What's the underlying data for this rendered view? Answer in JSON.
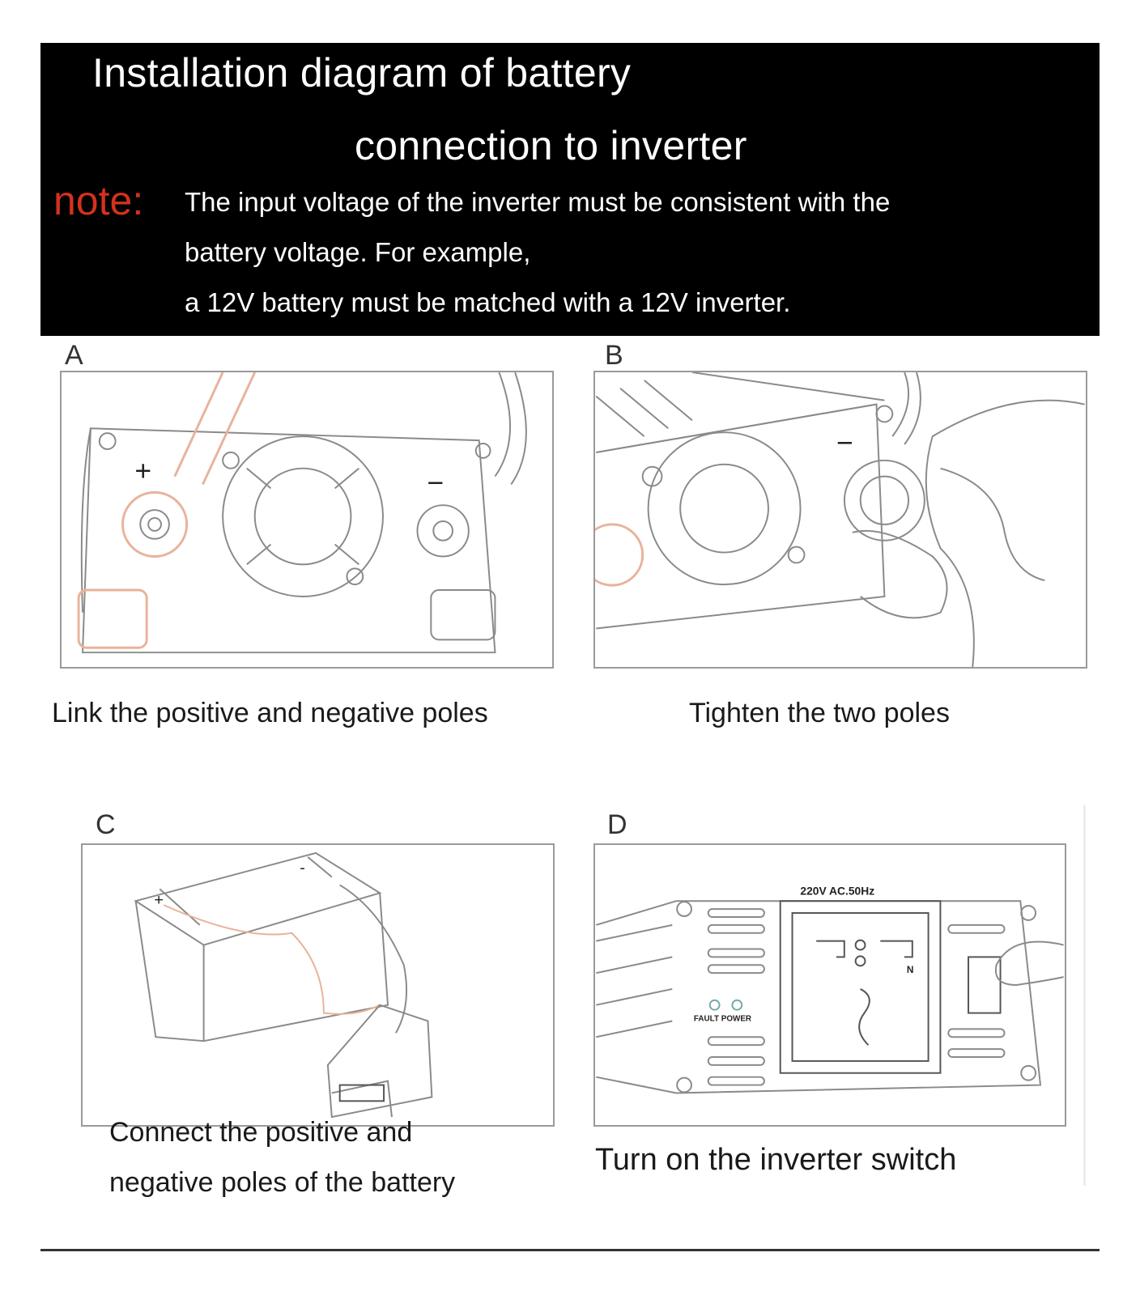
{
  "header": {
    "title_line1": "Installation diagram of battery",
    "title_line2": "connection to inverter",
    "note_label": "note:",
    "note_lines": [
      "The input voltage of the inverter must be consistent with the",
      "battery voltage. For example,",
      "a 12V battery must be matched with a 12V inverter."
    ]
  },
  "panels": [
    {
      "letter": "A",
      "caption_lines": [
        "Link the positive and negative poles"
      ],
      "symbols": [
        "+",
        "−"
      ]
    },
    {
      "letter": "B",
      "caption_lines": [
        "Tighten the two poles"
      ],
      "symbols": [
        "−"
      ]
    },
    {
      "letter": "C",
      "caption_lines": [
        "Connect the positive and",
        "negative poles of the battery"
      ],
      "symbols": [
        "+",
        "-"
      ]
    },
    {
      "letter": "D",
      "caption_lines": [
        "Turn on the inverter switch"
      ],
      "labels": [
        "220V AC.50Hz",
        "N",
        "FAULT POWER"
      ]
    }
  ],
  "colors": {
    "header_bg": "#000000",
    "note": "#d2321e",
    "positive_wire": "#e8b39a"
  }
}
